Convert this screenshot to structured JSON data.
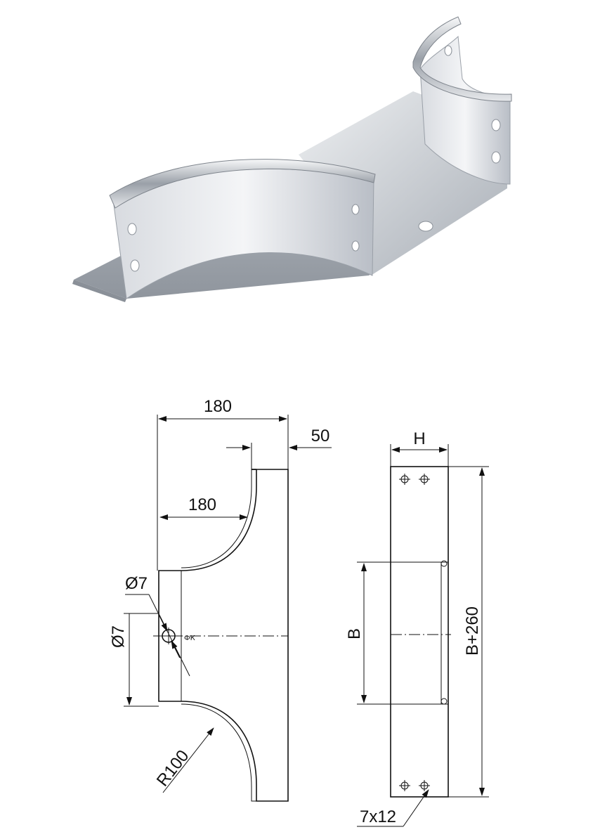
{
  "product_render": {
    "icon": "cable-tray-tee-3d-render"
  },
  "drawing": {
    "plan_view": {
      "dim_overall_width": "180",
      "dim_branch_offset": "50",
      "dim_inner_width": "180",
      "dim_hole_diameter_1": "Ø7",
      "dim_hole_diameter_2": "Ø7",
      "dim_radius": "R100"
    },
    "side_view": {
      "dim_height": "H",
      "dim_width": "B",
      "dim_length": "B+260",
      "dim_slot": "7x12"
    }
  }
}
